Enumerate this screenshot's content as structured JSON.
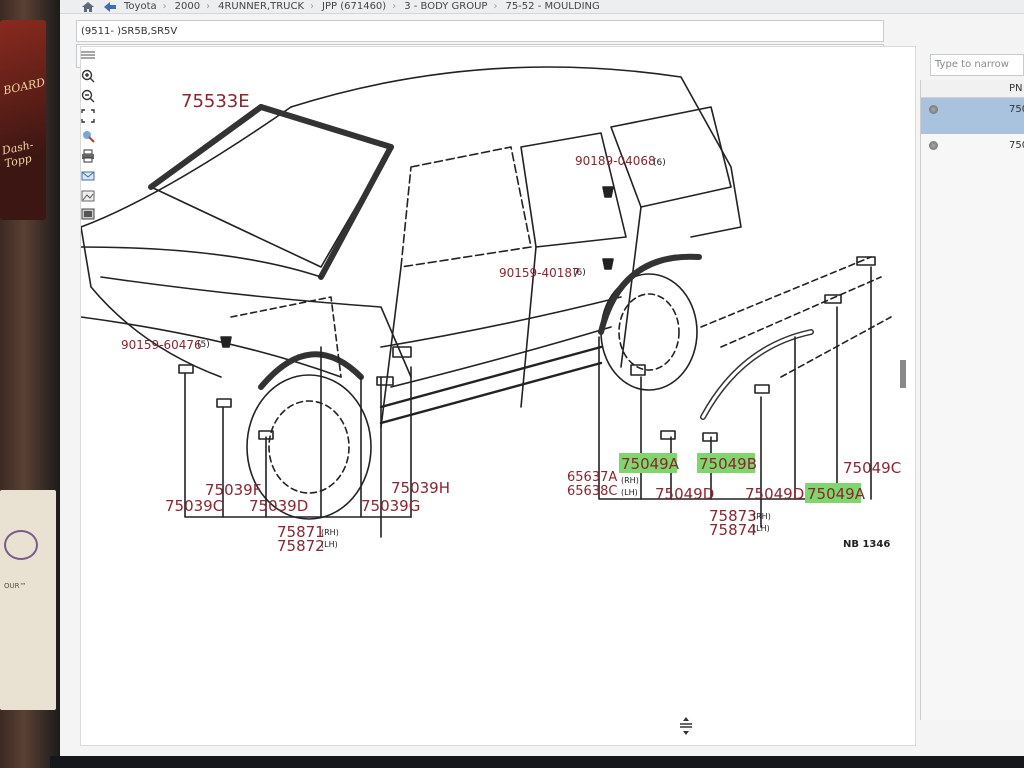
{
  "breadcrumb": [
    "Toyota",
    "2000",
    "4RUNNER,TRUCK",
    "JPP (671460)",
    "3 - BODY GROUP",
    "75-52 - MOULDING"
  ],
  "model_select": {
    "value": "(9511- )SR5B,SR5V"
  },
  "search": {
    "placeholder": "Type to narrow"
  },
  "parts_table": {
    "header": "PN",
    "rows": [
      "750",
      "750"
    ]
  },
  "diagram": {
    "callouts": {
      "c1": "75533E",
      "c2": "90189-04068",
      "c2q": "(6)",
      "c3": "90159-40187",
      "c3q": "(6)",
      "c4": "90159-60476",
      "c4q": "(5)",
      "c5": "75049A",
      "c6": "75049B",
      "c7": "75049C",
      "c8": "65637A",
      "c8s": "(RH)",
      "c9": "65638C",
      "c9s": "(LH)",
      "c10": "75049D",
      "c11": "75049D",
      "c12": "75049A",
      "c13": "75873",
      "c13s": "(RH)",
      "c14": "75874",
      "c14s": "(LH)",
      "c15": "75039F",
      "c16": "75039H",
      "c17": "75039C",
      "c18": "75039D",
      "c19": "75039G",
      "c20": "75871",
      "c20s": "(RH)",
      "c21": "75872",
      "c21s": "(LH)",
      "code": "NB 1346"
    }
  },
  "surroundings": {
    "pamphlet_text": [
      "BOARD",
      "Dash-Topp"
    ],
    "card_text": [
      "OUR™"
    ]
  },
  "colors": {
    "callout": "#8b2530",
    "highlight": "#7fd66f",
    "nav": "#3b6eb4",
    "selected_row": "#a9c3de"
  }
}
